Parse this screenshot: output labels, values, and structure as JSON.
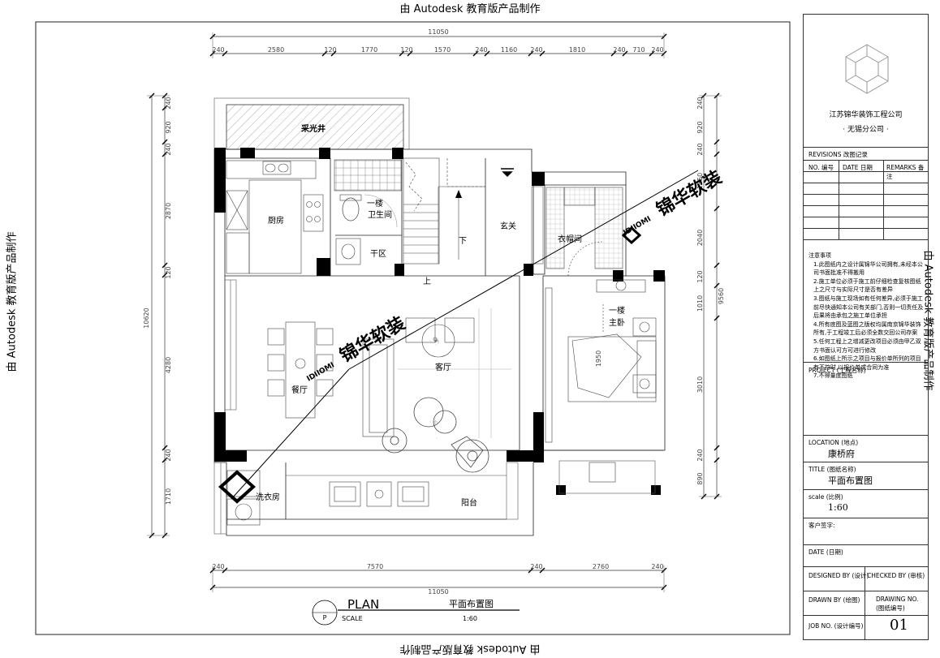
{
  "watermark": "由 Autodesk 教育版产品制作",
  "dims": {
    "top_total": "11050",
    "top_segments": [
      "240",
      "2580",
      "120",
      "1770",
      "120",
      "1570",
      "240",
      "1160",
      "240",
      "1810",
      "240",
      "710",
      "240"
    ],
    "bottom_total": "11050",
    "bottom_segments": [
      "240",
      "7570",
      "240",
      "2760",
      "240"
    ],
    "left_total": "10620",
    "left_segments": [
      "240",
      "920",
      "240",
      "2870",
      "120",
      "4280",
      "240",
      "1710"
    ],
    "right_total": "9560",
    "right_segments": [
      "240",
      "920",
      "240",
      "1550",
      "2040",
      "120",
      "1010",
      "3010",
      "240",
      "890"
    ],
    "bed_dim": "1950"
  },
  "rooms": {
    "skylight": "采光井",
    "kitchen": "厨房",
    "bathroom_1": "一楼",
    "bathroom_2": "卫生间",
    "dry_area": "干区",
    "foyer": "玄关",
    "cloakroom": "衣帽间",
    "down": "下",
    "up": "上",
    "master_1": "一楼",
    "master_2": "主卧",
    "dining": "餐厅",
    "living": "客厅",
    "laundry": "洗衣房",
    "balcony": "阳台"
  },
  "brand": {
    "logo_text": "IDIIOMI",
    "name": "锦华软装"
  },
  "caption": {
    "title": "PLAN",
    "cn_title": "平面布置图",
    "scale_label": "SCALE",
    "scale": "1:60",
    "marker": "P"
  },
  "titleblock": {
    "company": "江苏锦华装饰工程公司",
    "branch": "·   无锡分公司   ·",
    "revisions": "REVISIONS 改图记录",
    "col_no": "NO. 编号",
    "col_date": "DATE 日期",
    "col_remarks": "REMARKS 备注",
    "notes_title": "注意事项",
    "notes": [
      "1.此图纸内之设计属锦华公司拥有,未经本公司书面批准不得搬用",
      "2.施工单位必须于施工前仔细检查复核图纸上之尺寸与实际尺寸是否有差异",
      "3.图纸与施工现场如有任何差异,必须于施工前尽快通知本公司有关部门,否则一切责任及后果将由承包之施工单位承担",
      "4.所有底图及蓝图之版权均属南京锦华装饰所有,于工程竣工后必须全数交回公司存案",
      "5.任何工程上之增减更改项目必须由甲乙双方书面认可方可进行修改",
      "6.如图纸上所示之项目与报价单所列的项目有不符时,以报价单或合同为准",
      "7.不得量度图纸"
    ],
    "project_label": "PROJECT (工程名称)",
    "location_label": "LOCATION (地点)",
    "location": "康桥府",
    "title_label": "TITLE (图纸名称)",
    "title": "平面布置图",
    "scale_label": "scale (比例)",
    "scale": "1:60",
    "client_label": "客户签字:",
    "date_label": "DATE (日期)",
    "designed_label": "DESIGNED BY (设计)",
    "checked_label": "CHECKED BY (审核)",
    "drawn_label": "DRAWN BY (绘图)",
    "drawing_no_label": "DRAWING NO.",
    "drawing_no_label_cn": "(图纸编号)",
    "job_label": "JOB NO. (设计编号)",
    "job_no": "01"
  }
}
